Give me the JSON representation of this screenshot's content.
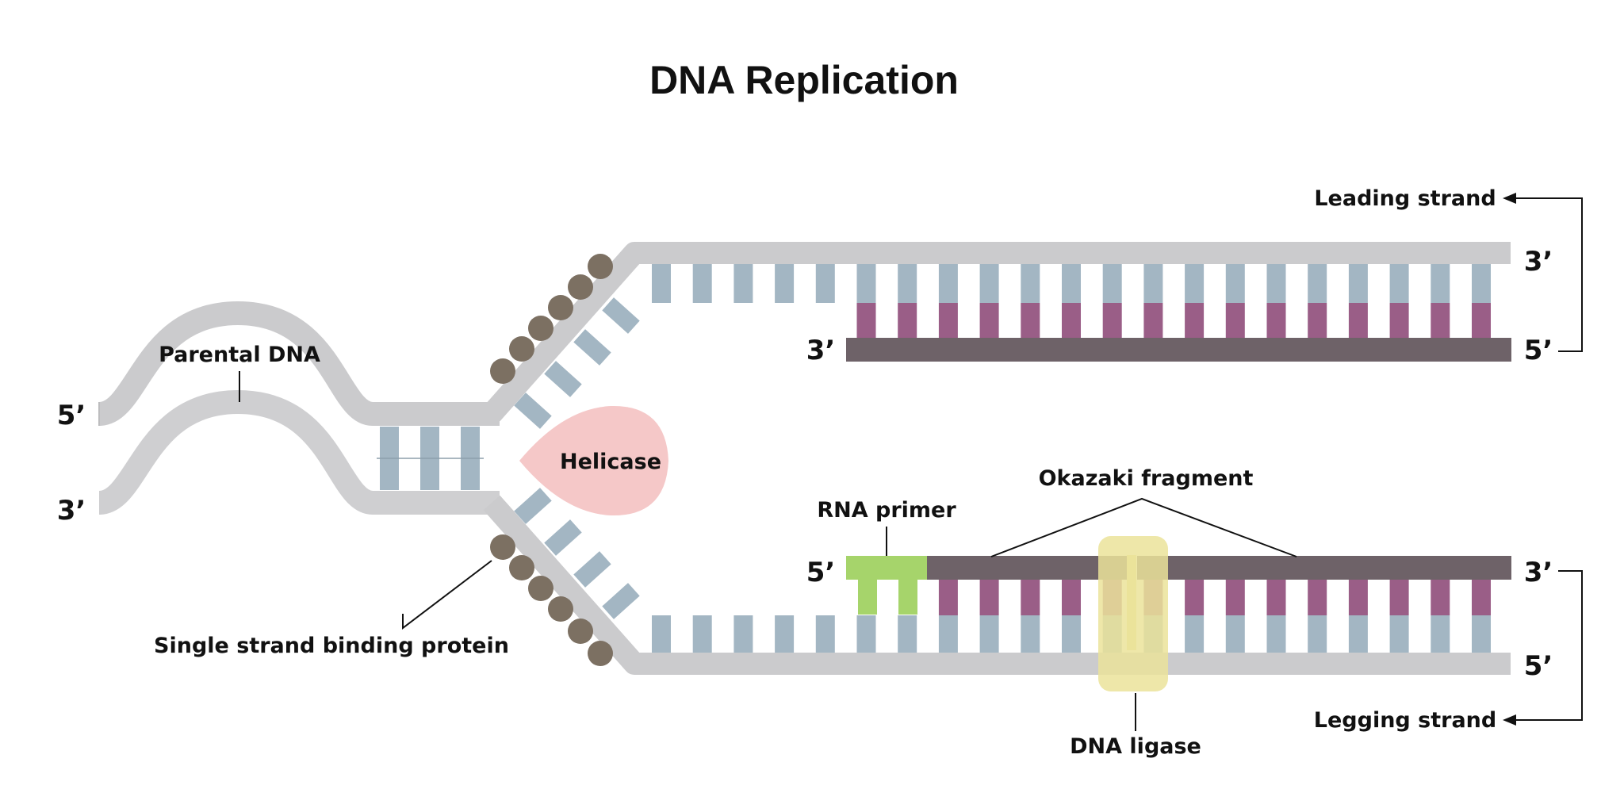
{
  "title": "DNA Replication",
  "labels": {
    "parental_dna": "Parental DNA",
    "helicase": "Helicase",
    "single_strand_binding_protein": "Single strand binding protein",
    "leading_strand": "Leading strand",
    "lagging_strand": "Legging strand",
    "rna_primer": "RNA primer",
    "okazaki_fragment": "Okazaki fragment",
    "dna_ligase": "DNA ligase"
  },
  "strand_ends": {
    "parental_top": "5’",
    "parental_bottom": "3’",
    "leading_template_end": "3’",
    "leading_new_start": "3’",
    "leading_new_end": "5’",
    "lagging_new_start": "5’",
    "lagging_new_end": "3’",
    "lagging_template_end": "5’"
  },
  "colors": {
    "backbone": "#cbcbcd",
    "template_base": "#a3b6c3",
    "new_base": "#9a5e87",
    "new_strand": "#6e6268",
    "primer": "#a6d46b",
    "helicase": "#f5c8c8",
    "ssb_protein": "#7c7062",
    "ligase": "#ebe39a"
  }
}
